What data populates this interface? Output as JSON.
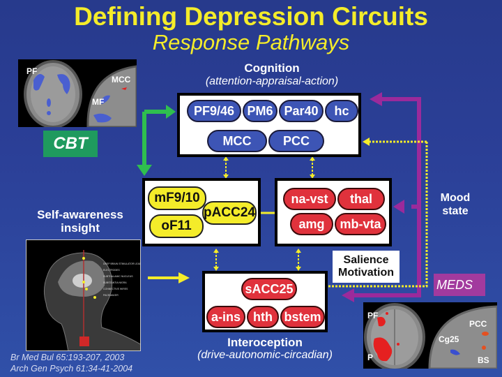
{
  "title": "Defining Depression Circuits",
  "subtitle": "Response Pathways",
  "cognition": {
    "heading": "Cognition",
    "subheading": "(attention-appraisal-action)",
    "nodes": [
      "PF9/46",
      "PM6",
      "Par40",
      "hc",
      "MCC",
      "PCC"
    ]
  },
  "left_box": {
    "nodes": [
      "mF9/10",
      "pACC24",
      "oF11"
    ]
  },
  "right_box": {
    "nodes": [
      "na-vst",
      "thal",
      "amg",
      "mb-vta"
    ]
  },
  "interoception": {
    "heading": "Interoception",
    "subheading": "(drive-autonomic-circadian)",
    "nodes": [
      "sACC25",
      "a-ins",
      "hth",
      "bstem"
    ]
  },
  "labels": {
    "self_awareness": "Self-awareness",
    "insight": "insight",
    "mood": "Mood",
    "state": "state",
    "salience": "Salience",
    "motivation": "Motivation"
  },
  "badges": {
    "cbt": "CBT",
    "meds": "MEDS"
  },
  "colors": {
    "cbt": "#1f9a5e",
    "meds": "#a23a9e",
    "green_arrow": "#2fbf4f",
    "purple_arrow": "#9b2a9b",
    "yellow": "#f4ec2a",
    "red": "#e0323c",
    "blue": "#3d55b5"
  },
  "scan_top": {
    "labels": [
      "PF",
      "MCC",
      "MF"
    ]
  },
  "scan_bottom": {
    "labels": [
      "PF",
      "P",
      "PCC",
      "Cg25",
      "BS"
    ]
  },
  "dbs_labels": [
    "DEEP BRAIN STIMULATOR LEAD",
    "ELECTRODES",
    "SUBTHALAMIC NUCLEUS",
    "SUBSTANTIA NIGRA",
    "CONNECTIVE WIRES",
    "PACEMAKER"
  ],
  "references": [
    "Br Med Bul 65:193-207, 2003",
    "Arch Gen Psych 61:34-41-2004"
  ]
}
